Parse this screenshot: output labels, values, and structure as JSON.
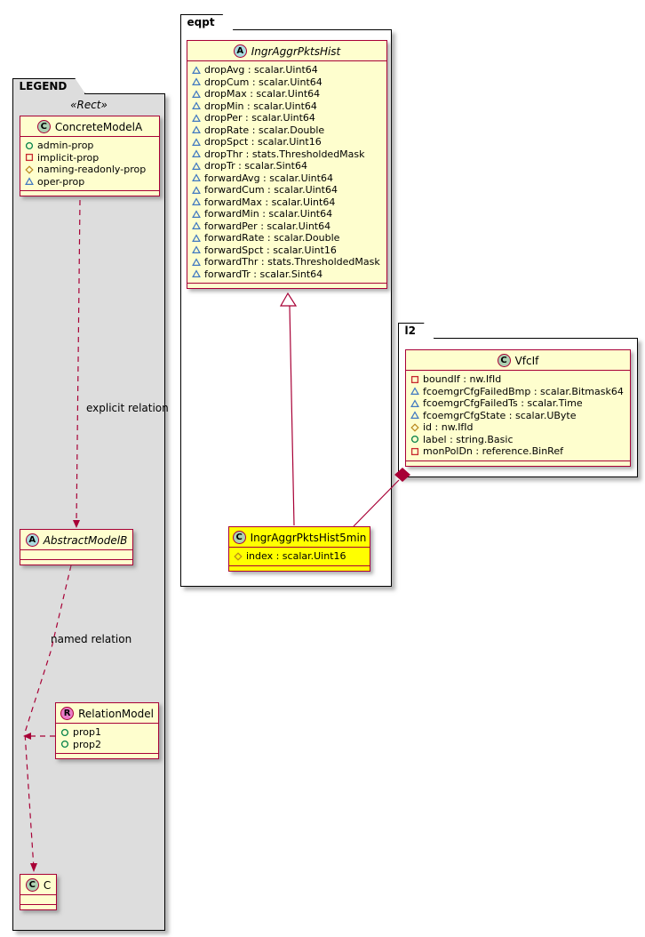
{
  "packages": {
    "legend": {
      "title": "LEGEND",
      "stereotype": "«Rect»"
    },
    "eqpt": {
      "title": "eqpt"
    },
    "l2": {
      "title": "l2"
    }
  },
  "classes": {
    "concreteModelA": {
      "name": "ConcreteModelA",
      "spot": "C",
      "attrs": [
        {
          "icon": "circle-icon",
          "text": "admin-prop"
        },
        {
          "icon": "square-icon",
          "text": "implicit-prop"
        },
        {
          "icon": "diamond-icon",
          "text": "naming-readonly-prop"
        },
        {
          "icon": "triangle-icon",
          "text": "oper-prop"
        }
      ]
    },
    "abstractModelB": {
      "name": "AbstractModelB",
      "spot": "A",
      "attrs": []
    },
    "relationModel": {
      "name": "RelationModel",
      "spot": "R",
      "attrs": [
        {
          "icon": "circle-icon",
          "text": "prop1"
        },
        {
          "icon": "circle-icon",
          "text": "prop2"
        }
      ]
    },
    "c": {
      "name": "C",
      "spot": "C",
      "attrs": []
    },
    "ingrAggrPktsHist": {
      "name": "IngrAggrPktsHist",
      "spot": "A",
      "attrs": [
        {
          "icon": "triangle-icon",
          "text": "dropAvg : scalar.Uint64"
        },
        {
          "icon": "triangle-icon",
          "text": "dropCum : scalar.Uint64"
        },
        {
          "icon": "triangle-icon",
          "text": "dropMax : scalar.Uint64"
        },
        {
          "icon": "triangle-icon",
          "text": "dropMin : scalar.Uint64"
        },
        {
          "icon": "triangle-icon",
          "text": "dropPer : scalar.Uint64"
        },
        {
          "icon": "triangle-icon",
          "text": "dropRate : scalar.Double"
        },
        {
          "icon": "triangle-icon",
          "text": "dropSpct : scalar.Uint16"
        },
        {
          "icon": "triangle-icon",
          "text": "dropThr : stats.ThresholdedMask"
        },
        {
          "icon": "triangle-icon",
          "text": "dropTr : scalar.Sint64"
        },
        {
          "icon": "triangle-icon",
          "text": "forwardAvg : scalar.Uint64"
        },
        {
          "icon": "triangle-icon",
          "text": "forwardCum : scalar.Uint64"
        },
        {
          "icon": "triangle-icon",
          "text": "forwardMax : scalar.Uint64"
        },
        {
          "icon": "triangle-icon",
          "text": "forwardMin : scalar.Uint64"
        },
        {
          "icon": "triangle-icon",
          "text": "forwardPer : scalar.Uint64"
        },
        {
          "icon": "triangle-icon",
          "text": "forwardRate : scalar.Double"
        },
        {
          "icon": "triangle-icon",
          "text": "forwardSpct : scalar.Uint16"
        },
        {
          "icon": "triangle-icon",
          "text": "forwardThr : stats.ThresholdedMask"
        },
        {
          "icon": "triangle-icon",
          "text": "forwardTr : scalar.Sint64"
        }
      ]
    },
    "ingrAggrPktsHist5min": {
      "name": "IngrAggrPktsHist5min",
      "spot": "C",
      "attrs": [
        {
          "icon": "diamond-icon",
          "text": "index : scalar.Uint16"
        }
      ]
    },
    "vfcIf": {
      "name": "VfcIf",
      "spot": "C",
      "attrs": [
        {
          "icon": "square-icon",
          "text": "boundIf : nw.IfId"
        },
        {
          "icon": "triangle-icon",
          "text": "fcoemgrCfgFailedBmp : scalar.Bitmask64"
        },
        {
          "icon": "triangle-icon",
          "text": "fcoemgrCfgFailedTs : scalar.Time"
        },
        {
          "icon": "triangle-icon",
          "text": "fcoemgrCfgState : scalar.UByte"
        },
        {
          "icon": "diamond-icon",
          "text": "id : nw.IfId"
        },
        {
          "icon": "circle-icon",
          "text": "label : string.Basic"
        },
        {
          "icon": "square-icon",
          "text": "monPolDn : reference.BinRef"
        }
      ]
    }
  },
  "relation_labels": {
    "explicit": "explicit relation",
    "named": "named relation"
  },
  "colors": {
    "class_border": "#A80036",
    "class_fill": "#FEFECE",
    "highlight_fill": "#FFFF00",
    "legend_fill": "#DDDDDD",
    "spot_class": "#ADD1B2",
    "spot_abstract": "#A9DCDF",
    "spot_relation": "#E97DC8",
    "icon_circle": "#038048",
    "icon_square": "#C82930",
    "icon_diamond": "#B8861B",
    "icon_triangle": "#4078C0"
  }
}
